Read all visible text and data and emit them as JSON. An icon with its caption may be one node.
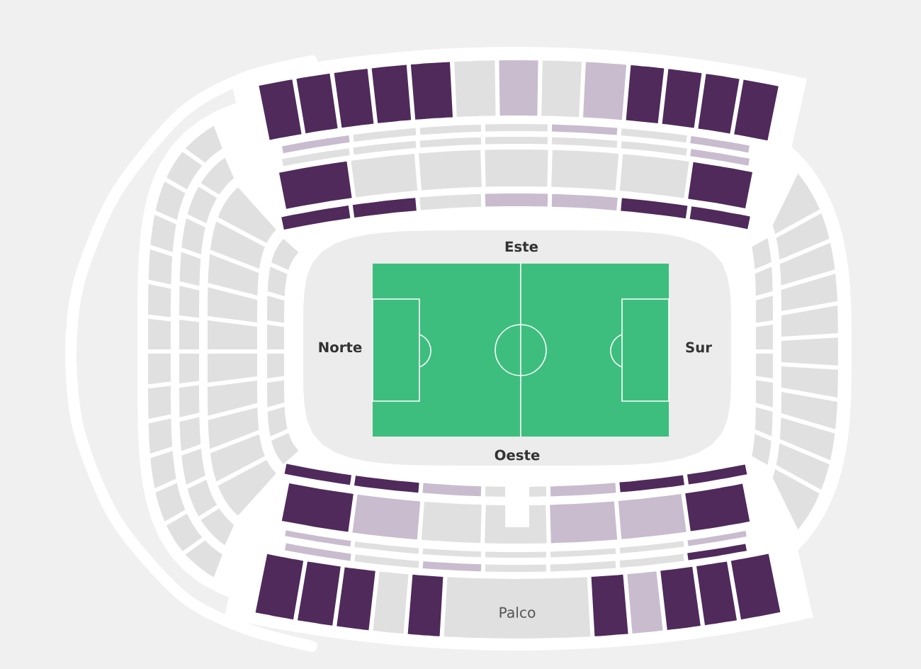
{
  "diagram": {
    "nodes": [
      {
        "text": [
          "Palco"
        ]
      }
    ],
    "labels": [
      "Este",
      "Norte",
      "Sur",
      "Oeste"
    ]
  }
}
